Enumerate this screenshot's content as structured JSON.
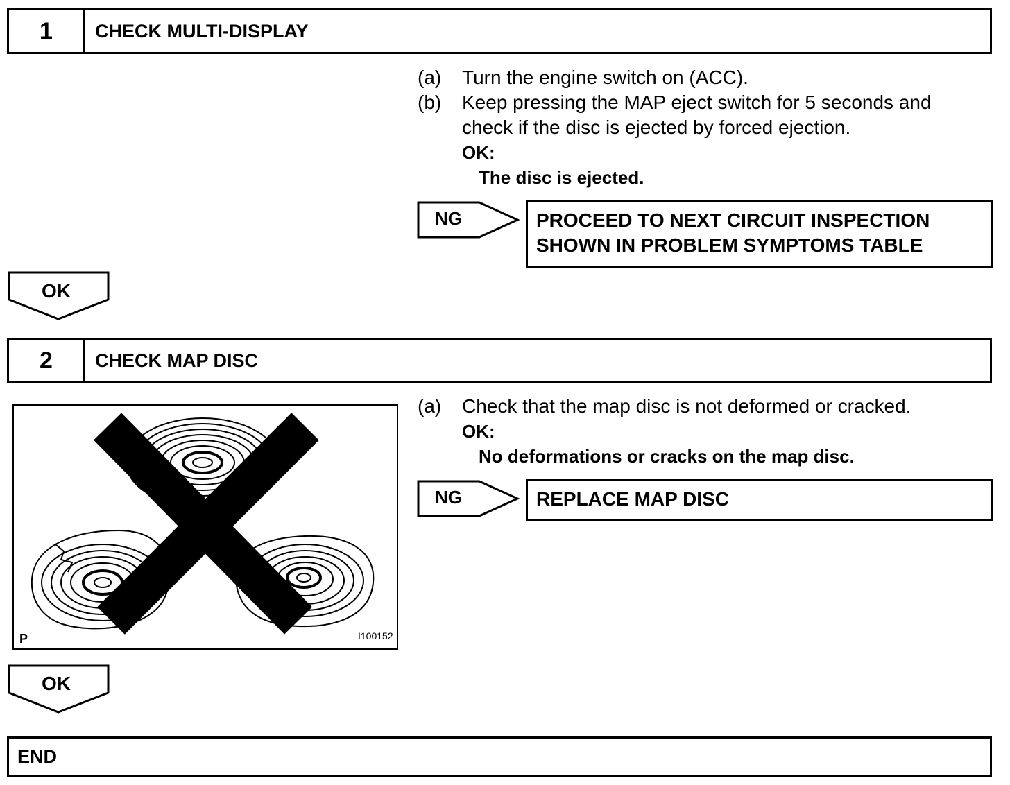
{
  "step1": {
    "number": "1",
    "title": "CHECK MULTI-DISPLAY",
    "instructions": [
      {
        "label": "(a)",
        "lines": [
          "Turn the engine switch on (ACC)."
        ]
      },
      {
        "label": "(b)",
        "lines": [
          "Keep pressing the MAP eject switch for 5 seconds and",
          "check if the disc is ejected by forced ejection."
        ]
      }
    ],
    "ok_heading": "OK:",
    "ok_text": "The disc is ejected.",
    "ng_label": "NG",
    "ng_result_lines": [
      "PROCEED TO NEXT CIRCUIT INSPECTION",
      "SHOWN IN PROBLEM SYMPTOMS TABLE"
    ],
    "ok_arrow_label": "OK"
  },
  "step2": {
    "number": "2",
    "title": "CHECK MAP DISC",
    "instructions": [
      {
        "label": "(a)",
        "lines": [
          "Check that the map disc is not deformed or cracked."
        ]
      }
    ],
    "ok_heading": "OK:",
    "ok_text": "No deformations or cracks on the map disc.",
    "ng_label": "NG",
    "ng_result_lines": [
      "REPLACE MAP DISC"
    ],
    "ok_arrow_label": "OK",
    "figure": {
      "corner_tag": "P",
      "figure_id": "I100152"
    }
  },
  "end_label": "END"
}
